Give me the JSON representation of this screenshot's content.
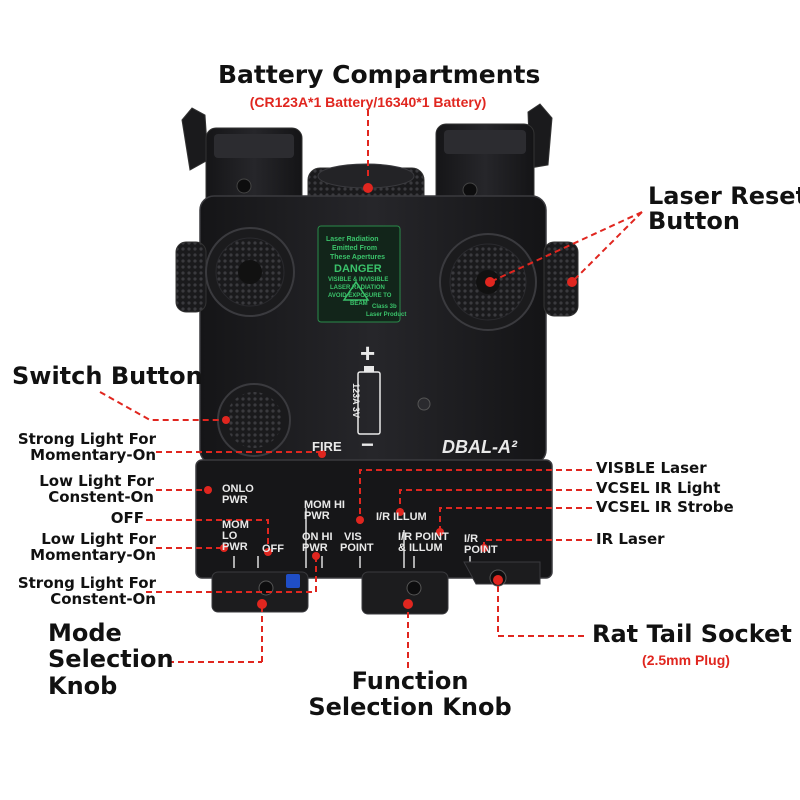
{
  "callouts": {
    "battery_compartments": {
      "title": "Battery Compartments",
      "subtitle": "(CR123A*1 Battery/16340*1 Battery)"
    },
    "laser_reset_button": {
      "line1": "Laser Reset",
      "line2": "Button"
    },
    "switch_button": {
      "title": "Switch Button"
    },
    "strong_light_momentary": {
      "line1": "Strong Light For",
      "line2": "Momentary-On"
    },
    "low_light_constant": {
      "line1": "Low Light For",
      "line2": "Constent-On"
    },
    "off": {
      "title": "OFF"
    },
    "low_light_momentary": {
      "line1": "Low Light For",
      "line2": "Momentary-On"
    },
    "strong_light_constant": {
      "line1": "Strong Light For",
      "line2": "Constent-On"
    },
    "mode_selection_knob": {
      "line1": "Mode",
      "line2": "Selection",
      "line3": "Knob"
    },
    "function_selection_knob": {
      "line1": "Function",
      "line2": "Selection Knob"
    },
    "visible_laser": {
      "title": "VISBLE Laser"
    },
    "vcsel_ir_light": {
      "title": "VCSEL IR Light"
    },
    "vcsel_ir_strobe": {
      "title": "VCSEL IR Strobe"
    },
    "ir_laser": {
      "title": "IR Laser"
    },
    "rat_tail_socket": {
      "title": "Rat Tail Socket",
      "subtitle": "(2.5mm Plug)"
    }
  },
  "device_markings": {
    "model": "DBAL-A²",
    "fire": "FIRE",
    "plus": "+",
    "minus": "−",
    "battery_label": "123A 3V",
    "warning": {
      "line1": "Laser Radiation",
      "line2": "Emitted From",
      "line3": "These Apertures",
      "danger": "DANGER",
      "line4": "VISIBLE & INVISIBLE",
      "line5": "LASER RADIATION",
      "line6": "AVOID EXPOSURE TO",
      "line7": "BEAM",
      "line8": "Class 3b",
      "line9": "Laser Product"
    },
    "mode_positions": {
      "onlo_pwr": [
        "ONLO",
        "PWR"
      ],
      "mom_lo_pwr": [
        "MOM",
        "LO",
        "PWR"
      ],
      "off": "OFF",
      "mom_hi_pwr": [
        "MOM HI",
        "PWR"
      ],
      "on_hi_pwr": [
        "ON HI",
        "PWR"
      ]
    },
    "function_positions": {
      "vis_point": [
        "VIS",
        "POINT"
      ],
      "ir_illum": "I/R ILLUM",
      "ir_point_illum": [
        "I/R POINT",
        "& ILLUM"
      ],
      "ir_point": [
        "I/R",
        "POINT"
      ]
    }
  },
  "colors": {
    "accent": "#e0261f",
    "label_text": "#111111",
    "device_body": "#1c1c1e",
    "device_marking": "#e9e9e9",
    "warning_panel": "#2a8a4a"
  }
}
